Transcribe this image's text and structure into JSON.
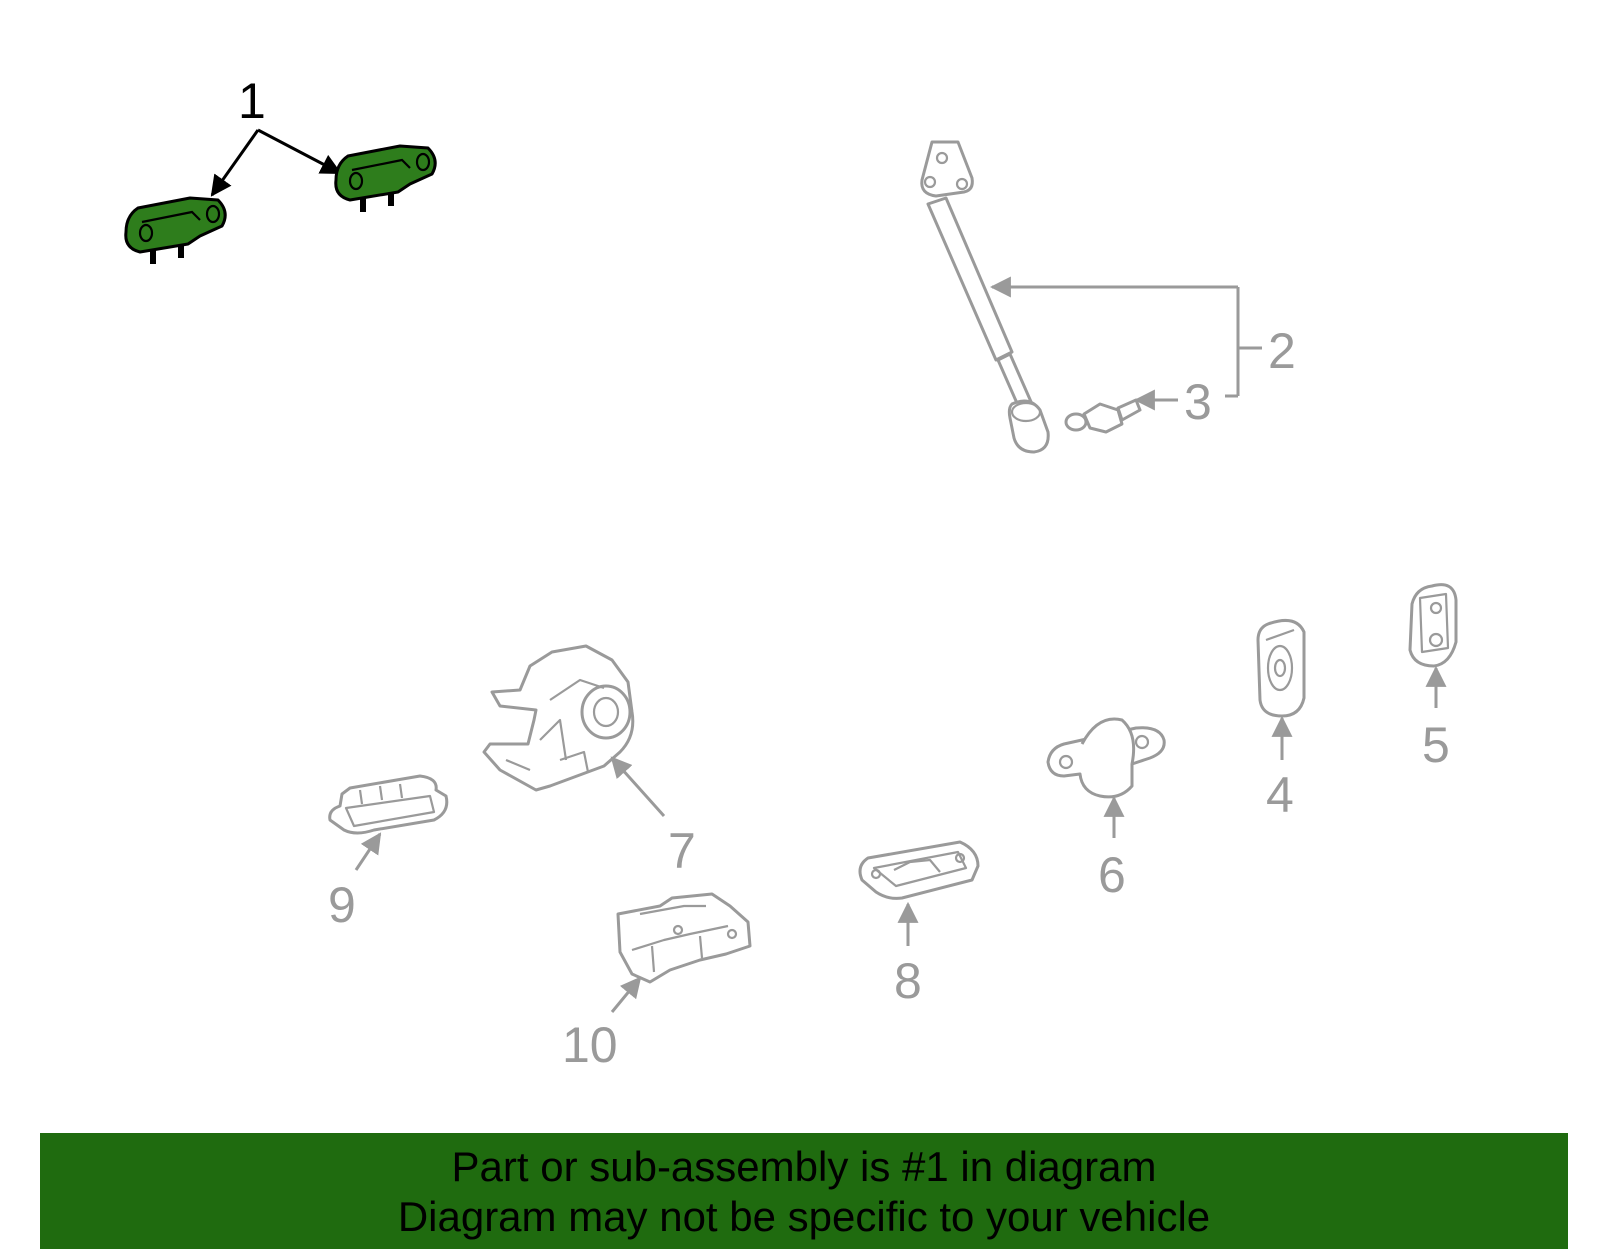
{
  "colors": {
    "highlight_fill": "#2e7d1c",
    "banner_bg": "#1f6b0f",
    "part_stroke": "#9a9a9a",
    "highlight_stroke": "#000000"
  },
  "callouts": {
    "c1": "1",
    "c2": "2",
    "c3": "3",
    "c4": "4",
    "c5": "5",
    "c6": "6",
    "c7": "7",
    "c8": "8",
    "c9": "9",
    "c10": "10"
  },
  "highlighted_callout": "1",
  "banner": {
    "line1": "Part or sub-assembly is #1 in diagram",
    "line2": "Diagram may not be specific to your vehicle"
  }
}
